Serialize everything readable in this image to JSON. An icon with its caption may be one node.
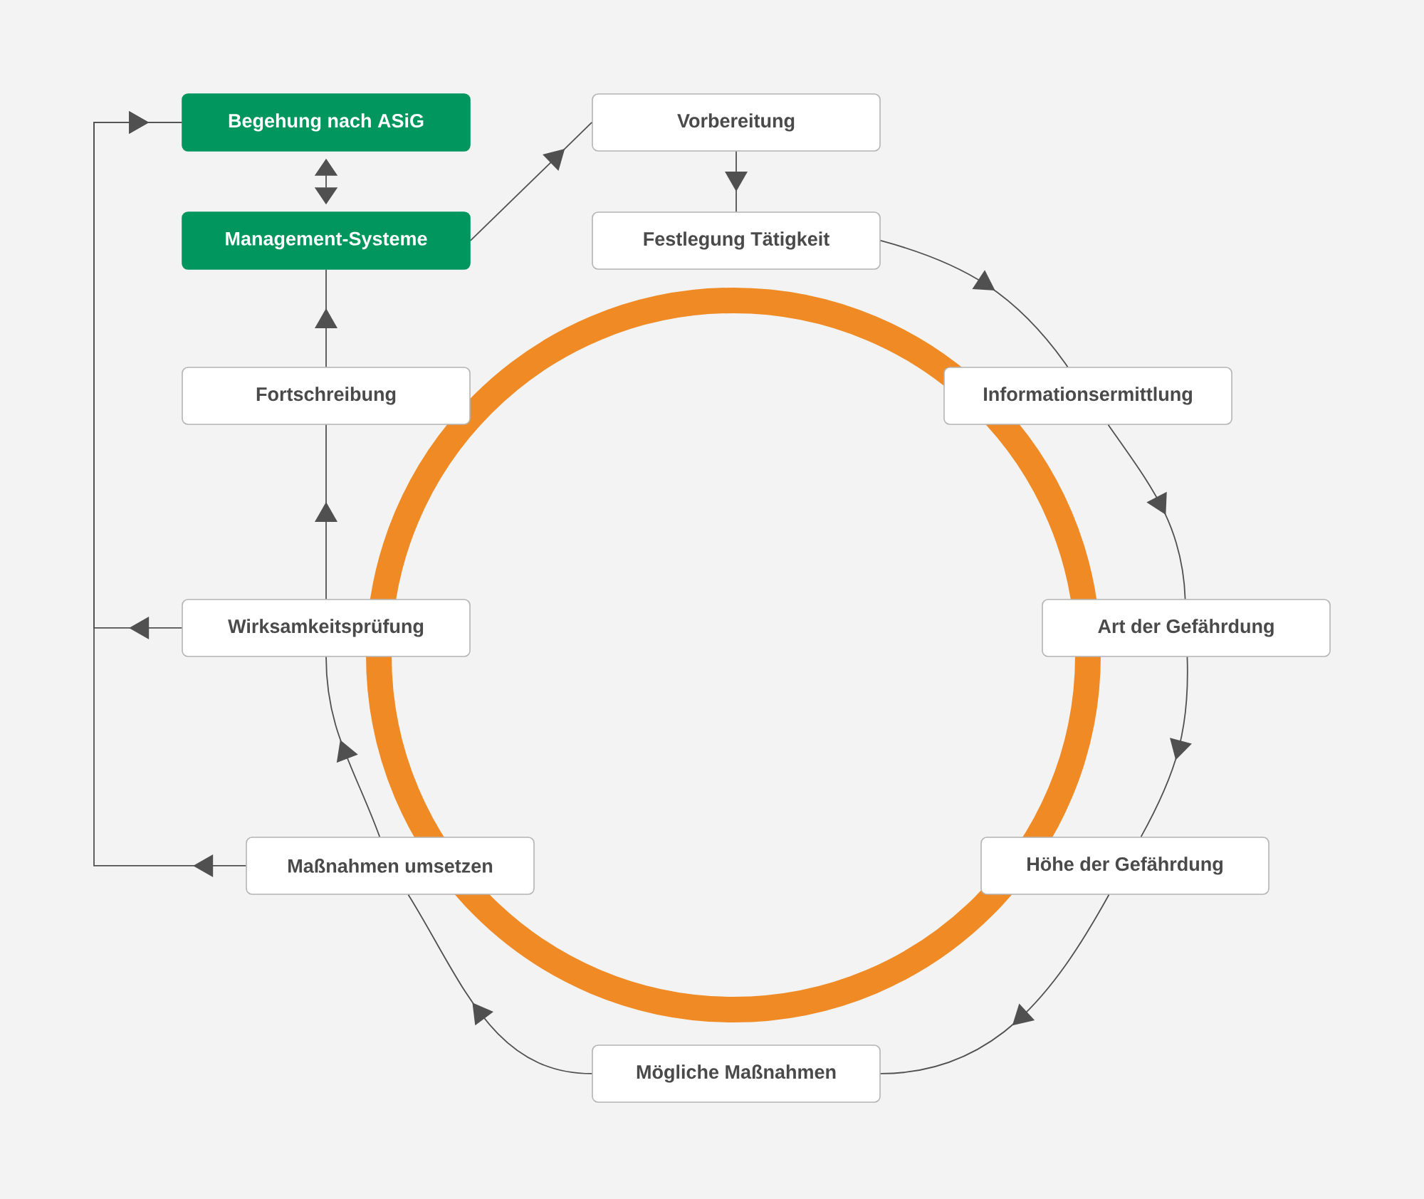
{
  "diagram": {
    "nodes": [
      {
        "text": [
          "Begehung nach ASiG"
        ]
      },
      {
        "text": [
          "Vorbereitung"
        ]
      },
      {
        "text": [
          "Management-Systeme"
        ]
      },
      {
        "text": [
          "Festlegung Tätigkeit"
        ]
      },
      {
        "text": [
          "Fortschreibung"
        ]
      },
      {
        "text": [
          "Informationsermittlung"
        ]
      },
      {
        "text": [
          "Wirksamkeitsprüfung"
        ]
      },
      {
        "text": [
          "Art der Gefährdung"
        ]
      },
      {
        "text": [
          "Maßnahmen umsetzen"
        ]
      },
      {
        "text": [
          "Höhe der Gefährdung"
        ]
      },
      {
        "text": [
          "Mögliche Maßnahmen"
        ]
      }
    ],
    "edges": [
      {
        "from": 0,
        "to": 2,
        "arrow": "both"
      },
      {
        "from": 2,
        "to": 1,
        "arrow": "to"
      },
      {
        "from": 1,
        "to": 3,
        "arrow": "to"
      },
      {
        "from": 3,
        "to": 5,
        "arrow": "to"
      },
      {
        "from": 5,
        "to": 7,
        "arrow": "to"
      },
      {
        "from": 7,
        "to": 9,
        "arrow": "to"
      },
      {
        "from": 9,
        "to": 10,
        "arrow": "to"
      },
      {
        "from": 10,
        "to": 8,
        "arrow": "to"
      },
      {
        "from": 8,
        "to": 6,
        "arrow": "to"
      },
      {
        "from": 6,
        "to": 4,
        "arrow": "to"
      },
      {
        "from": 4,
        "to": 2,
        "arrow": "to"
      },
      {
        "from": 6,
        "to": 0,
        "arrow": "to"
      },
      {
        "from": 8,
        "to": 0,
        "arrow": "to"
      }
    ]
  }
}
